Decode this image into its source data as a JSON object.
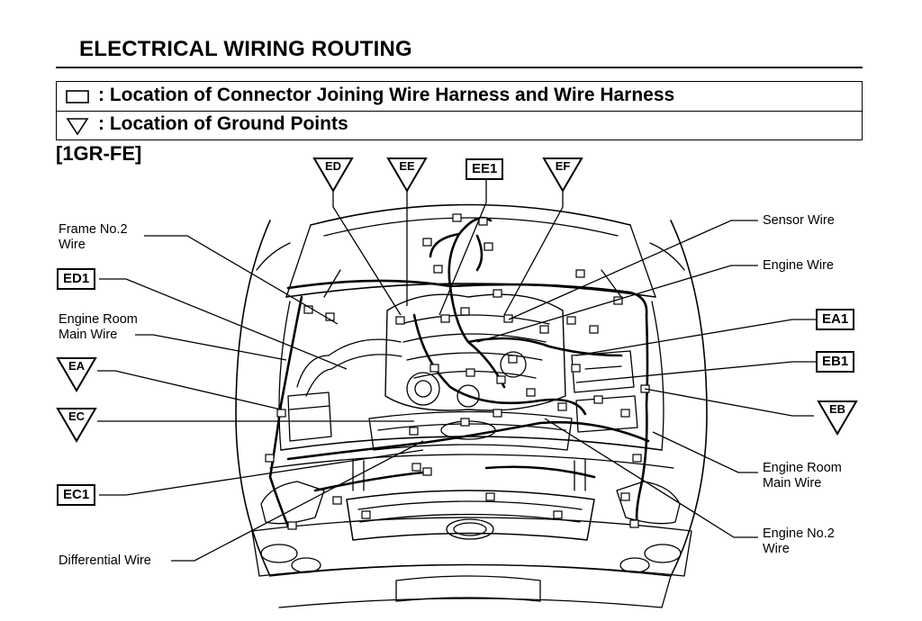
{
  "title": "ELECTRICAL WIRING ROUTING",
  "legend": {
    "connector": ": Location of Connector Joining Wire Harness and Wire Harness",
    "ground": ": Location of Ground Points"
  },
  "engine_code": "[1GR-FE]",
  "ground_points": {
    "ED": "ED",
    "EE": "EE",
    "EF": "EF",
    "EA": "EA",
    "EC": "EC",
    "EB": "EB"
  },
  "connectors": {
    "EE1": "EE1",
    "ED1": "ED1",
    "EA1": "EA1",
    "EB1": "EB1",
    "EC1": "EC1"
  },
  "wires": {
    "frame_no2_line1": "Frame No.2",
    "frame_no2_line2": "Wire",
    "engine_room_main_left_line1": "Engine Room",
    "engine_room_main_left_line2": "Main Wire",
    "differential": "Differential Wire",
    "sensor": "Sensor Wire",
    "engine": "Engine Wire",
    "engine_room_main_right_line1": "Engine Room",
    "engine_room_main_right_line2": "Main Wire",
    "engine_no2_line1": "Engine No.2",
    "engine_no2_line2": "Wire"
  }
}
